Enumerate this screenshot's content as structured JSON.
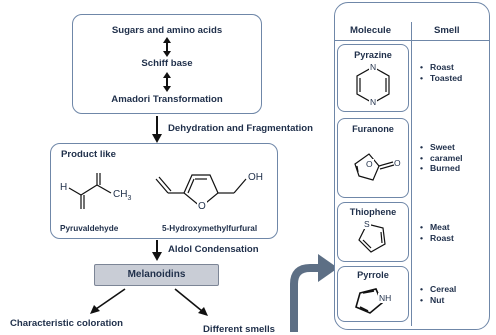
{
  "steps": {
    "sugars": "Sugars and amino acids",
    "schiff": "Schiff base",
    "amadori": "Amadori Transformation"
  },
  "dehydration_label": "Dehydration and Fragmentation",
  "product": {
    "title": "Product like",
    "pyruvaldehyde_label": "Pyruvaldehyde",
    "hmf_label": "5-Hydroxymethylfurfural",
    "atoms": {
      "h": "H",
      "ch3": "CH",
      "ch3_sub": "3",
      "o_ring": "O",
      "oh": "OH"
    }
  },
  "aldol_label": "Aldol Condensation",
  "melanoidins": "Melanoidins",
  "outcomes": {
    "left": "Characteristic coloration",
    "right": "Different smells"
  },
  "table": {
    "headers": [
      "Molecule",
      "Smell"
    ],
    "rows": [
      {
        "molecule": "Pyrazine",
        "smells": [
          "Roast",
          "Toasted"
        ]
      },
      {
        "molecule": "Furanone",
        "smells": [
          "Sweet",
          "caramel",
          "Burned"
        ]
      },
      {
        "molecule": "Thiophene",
        "smells": [
          "Meat",
          "Roast"
        ]
      },
      {
        "molecule": "Pyrrole",
        "smells": [
          "Cereal",
          "Nut"
        ]
      }
    ],
    "atoms": {
      "n": "N",
      "o": "O",
      "s": "S",
      "nh": "NH"
    }
  },
  "colors": {
    "box_border": "#6f87a8",
    "text": "#1f2f4a",
    "melanoidins_fill": "#c9cdd6",
    "big_arrow": "#5d6f85"
  }
}
